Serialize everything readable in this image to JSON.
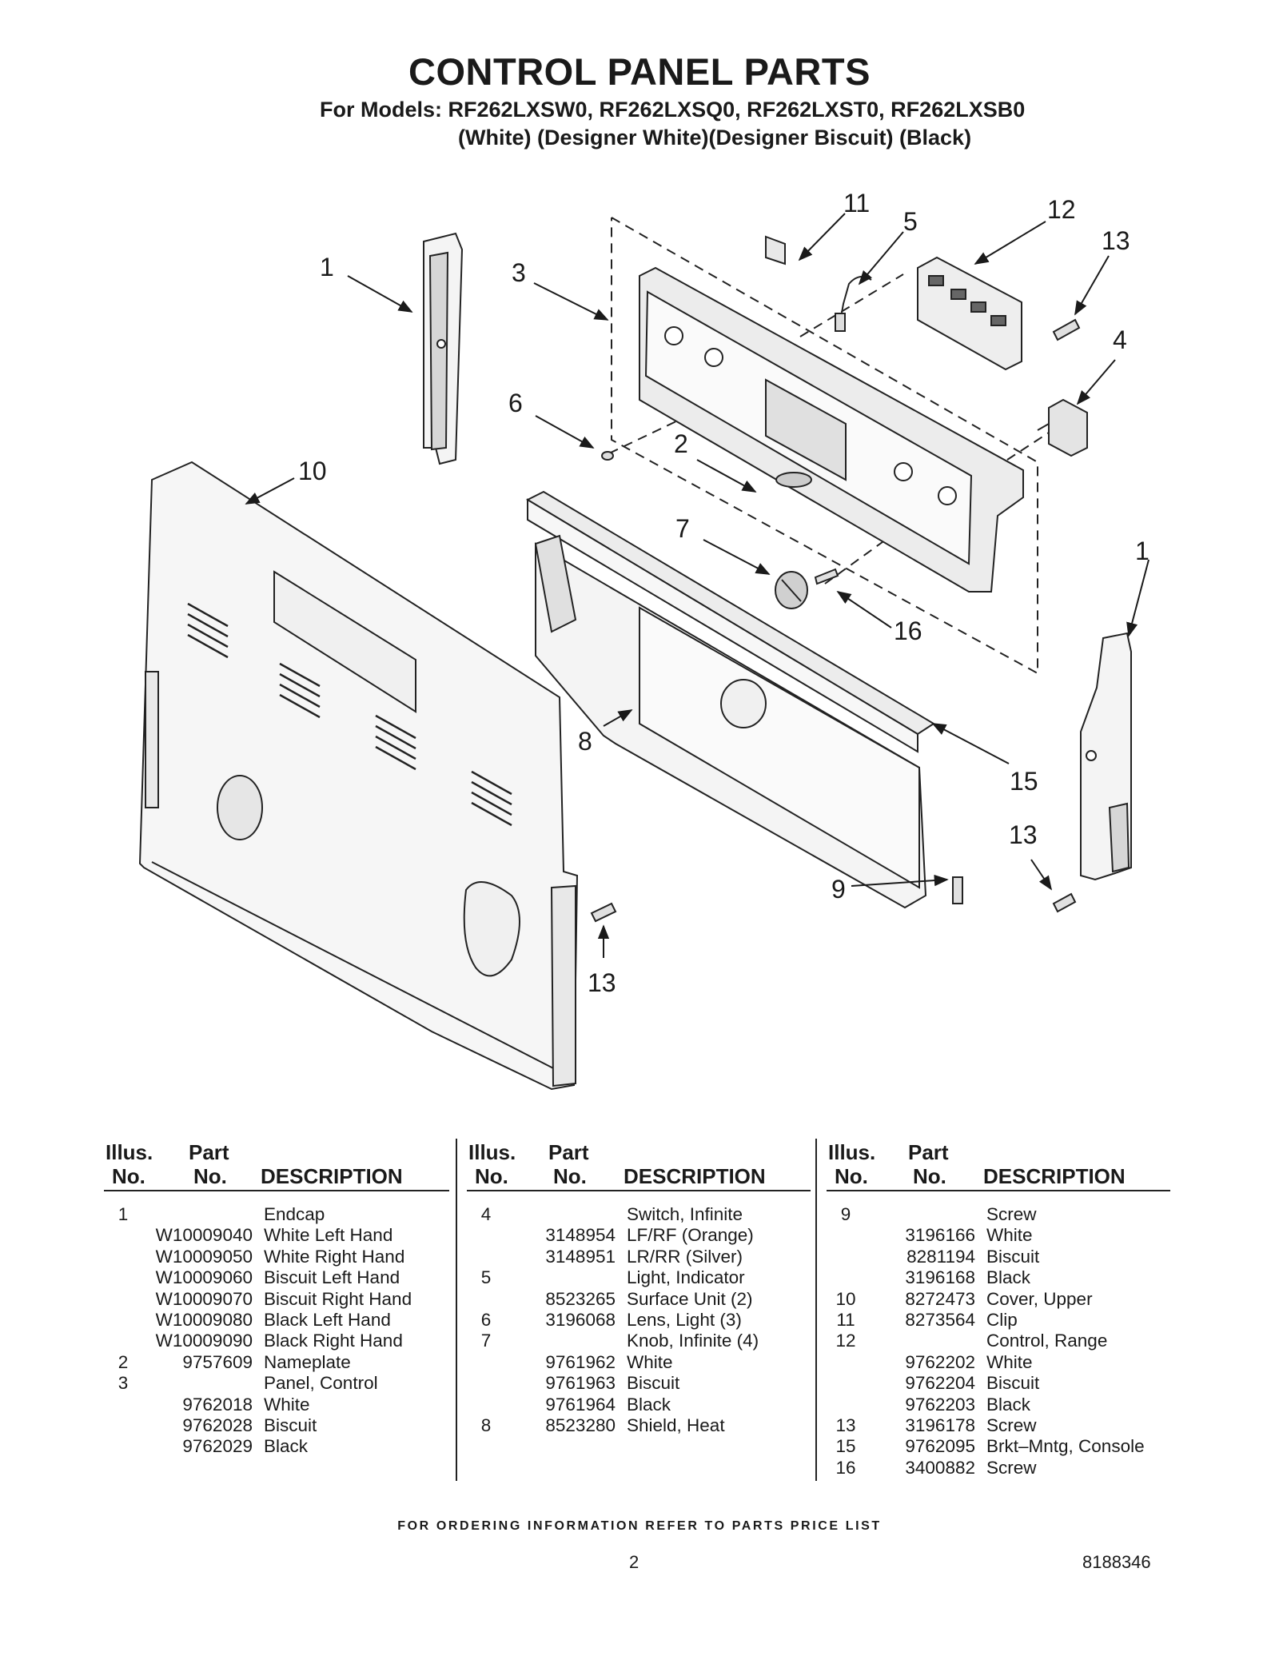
{
  "header": {
    "title": "CONTROL PANEL PARTS",
    "models": "For Models: RF262LXSW0, RF262LXSQ0, RF262LXST0, RF262LXSB0",
    "colors": "(White) (Designer White)(Designer Biscuit)  (Black)"
  },
  "callouts": {
    "c1a": "1",
    "c1b": "1",
    "c2": "2",
    "c3": "3",
    "c4": "4",
    "c5": "5",
    "c6": "6",
    "c7": "7",
    "c8": "8",
    "c9": "9",
    "c10": "10",
    "c11": "11",
    "c12": "12",
    "c13a": "13",
    "c13b": "13",
    "c13c": "13",
    "c15": "15",
    "c16": "16"
  },
  "table": {
    "headers": {
      "illus_1": "Illus.",
      "illus_2": "No.",
      "part_1": "Part",
      "part_2": "No.",
      "description": "DESCRIPTION"
    },
    "col1": [
      {
        "illus": "1",
        "part": "",
        "desc": "Endcap"
      },
      {
        "illus": "",
        "part": "W10009040",
        "desc": "White Left Hand"
      },
      {
        "illus": "",
        "part": "W10009050",
        "desc": "White Right Hand"
      },
      {
        "illus": "",
        "part": "W10009060",
        "desc": "Biscuit Left Hand"
      },
      {
        "illus": "",
        "part": "W10009070",
        "desc": "Biscuit Right Hand"
      },
      {
        "illus": "",
        "part": "W10009080",
        "desc": "Black Left Hand"
      },
      {
        "illus": "",
        "part": "W10009090",
        "desc": "Black Right Hand"
      },
      {
        "illus": "2",
        "part": "9757609",
        "desc": "Nameplate"
      },
      {
        "illus": "3",
        "part": "",
        "desc": "Panel, Control"
      },
      {
        "illus": "",
        "part": "9762018",
        "desc": "White"
      },
      {
        "illus": "",
        "part": "9762028",
        "desc": "Biscuit"
      },
      {
        "illus": "",
        "part": "9762029",
        "desc": "Black"
      }
    ],
    "col2": [
      {
        "illus": "4",
        "part": "",
        "desc": "Switch, Infinite"
      },
      {
        "illus": "",
        "part": "3148954",
        "desc": "LF/RF (Orange)"
      },
      {
        "illus": "",
        "part": "3148951",
        "desc": "LR/RR (Silver)"
      },
      {
        "illus": "5",
        "part": "",
        "desc": "Light, Indicator"
      },
      {
        "illus": "",
        "part": "8523265",
        "desc": "Surface Unit (2)"
      },
      {
        "illus": "6",
        "part": "3196068",
        "desc": "Lens, Light (3)"
      },
      {
        "illus": "7",
        "part": "",
        "desc": "Knob, Infinite (4)"
      },
      {
        "illus": "",
        "part": "9761962",
        "desc": "White"
      },
      {
        "illus": "",
        "part": "9761963",
        "desc": "Biscuit"
      },
      {
        "illus": "",
        "part": "9761964",
        "desc": "Black"
      },
      {
        "illus": "8",
        "part": "8523280",
        "desc": "Shield, Heat"
      }
    ],
    "col3": [
      {
        "illus": "9",
        "part": "",
        "desc": "Screw"
      },
      {
        "illus": "",
        "part": "3196166",
        "desc": "White"
      },
      {
        "illus": "",
        "part": "8281194",
        "desc": "Biscuit"
      },
      {
        "illus": "",
        "part": "3196168",
        "desc": "Black"
      },
      {
        "illus": "10",
        "part": "8272473",
        "desc": "Cover, Upper"
      },
      {
        "illus": "11",
        "part": "8273564",
        "desc": "Clip"
      },
      {
        "illus": "12",
        "part": "",
        "desc": "Control, Range"
      },
      {
        "illus": "",
        "part": "9762202",
        "desc": "White"
      },
      {
        "illus": "",
        "part": "9762204",
        "desc": "Biscuit"
      },
      {
        "illus": "",
        "part": "9762203",
        "desc": "Black"
      },
      {
        "illus": "13",
        "part": "3196178",
        "desc": "Screw"
      },
      {
        "illus": "15",
        "part": "9762095",
        "desc": "Brkt–Mntg, Console"
      },
      {
        "illus": "16",
        "part": "3400882",
        "desc": "Screw"
      }
    ]
  },
  "footer": {
    "ordering": "FOR ORDERING INFORMATION REFER TO PARTS PRICE LIST",
    "page": "2",
    "doc_number": "8188346"
  }
}
